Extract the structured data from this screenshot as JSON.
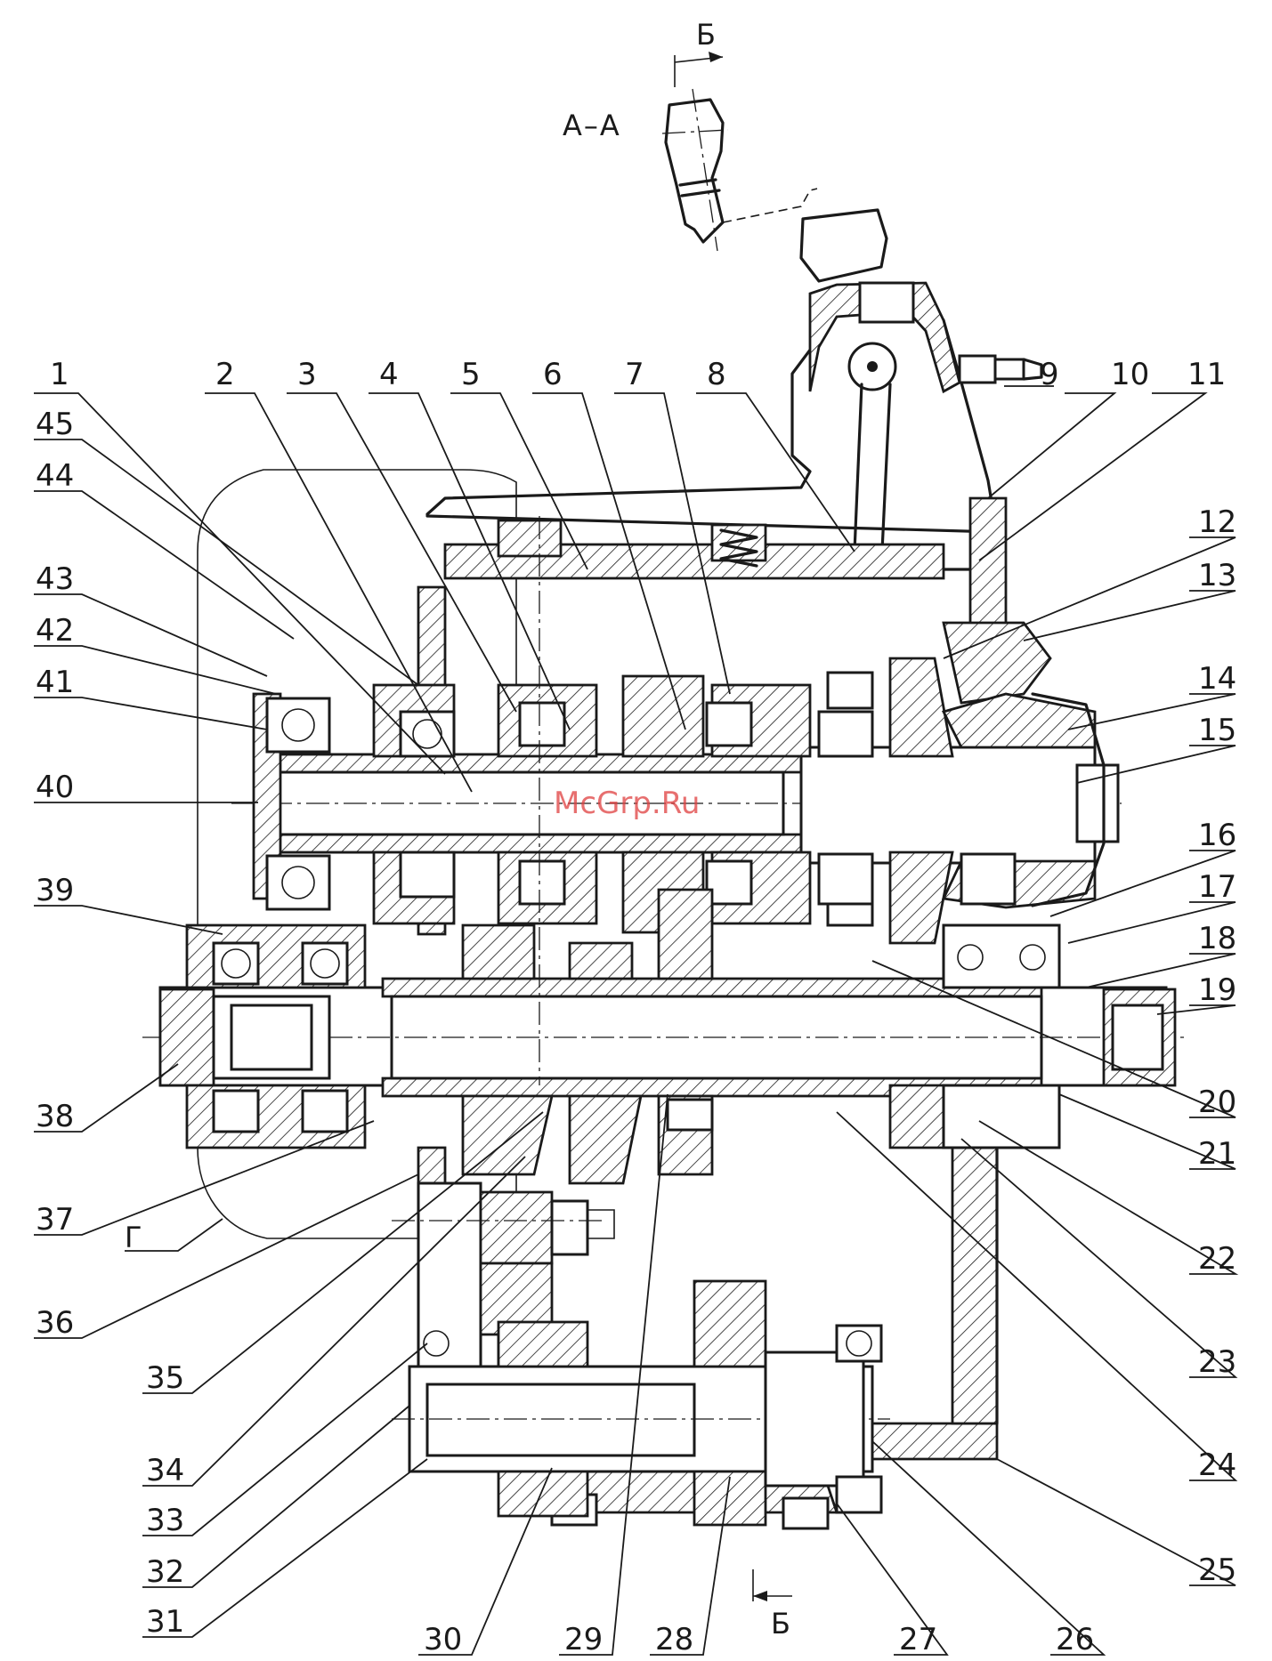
{
  "section": {
    "view_label": "А–А",
    "cut_label_top": "Б",
    "cut_label_bottom": "Б",
    "detail_label": "Г"
  },
  "watermark": "McGrp.Ru",
  "callouts_left": [
    "1",
    "2",
    "3",
    "4",
    "5",
    "6",
    "7",
    "8",
    "9",
    "10",
    "11"
  ],
  "callouts_left_col": [
    "45",
    "44",
    "43",
    "42",
    "41",
    "40",
    "39",
    "38",
    "37",
    "36",
    "35",
    "34",
    "33",
    "32",
    "31"
  ],
  "callouts_right_col": [
    "12",
    "13",
    "14",
    "15",
    "16",
    "17",
    "18",
    "19",
    "20",
    "21",
    "22",
    "23",
    "24",
    "25"
  ],
  "callouts_bottom": [
    "30",
    "29",
    "28",
    "27",
    "26"
  ]
}
